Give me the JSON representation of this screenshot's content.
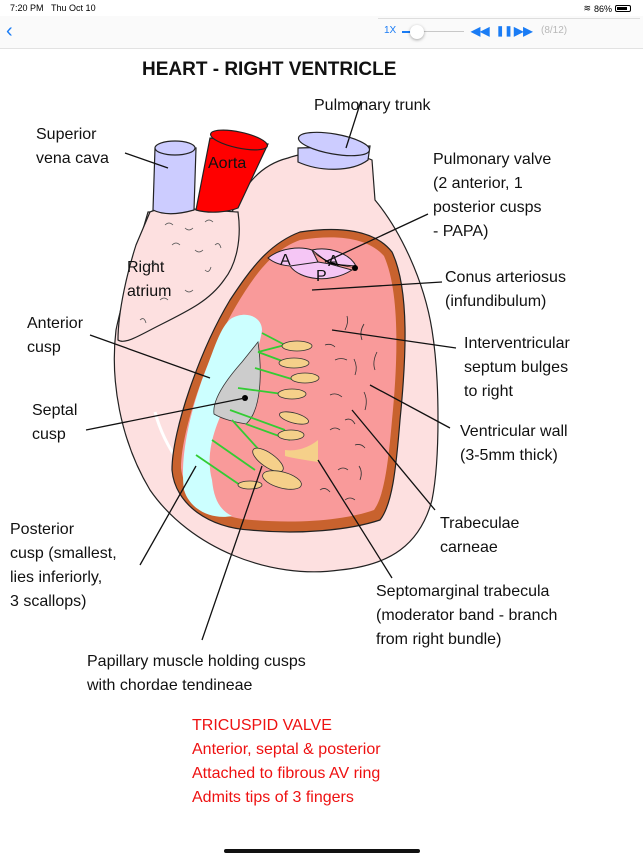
{
  "status_bar": {
    "time": "7:20 PM",
    "date": "Thu Oct 10",
    "battery_percent": "86%",
    "battery_level": 0.86
  },
  "nav": {
    "back_icon": "chevron-left-icon",
    "back_glyph": "‹",
    "speed": "1X",
    "speed_slider_value": 0.1,
    "rewind_glyph": "◀◀",
    "pause_glyph": "❚❚",
    "forward_glyph": "▶▶",
    "page_indicator": "(8/12)"
  },
  "diagram": {
    "title": "HEART - RIGHT VENTRICLE",
    "labels": {
      "svc": [
        "Superior",
        "vena cava"
      ],
      "aorta": "Aorta",
      "right_atrium": [
        "Right",
        "atrium"
      ],
      "pulmonary_trunk": "Pulmonary trunk",
      "pulmonary_valve": [
        "Pulmonary valve",
        "(2 anterior, 1",
        "posterior cusps",
        "- PAPA)"
      ],
      "valve_letters": [
        "A",
        "A",
        "P"
      ],
      "conus": [
        "Conus arteriosus",
        "(infundibulum)"
      ],
      "anterior_cusp": [
        "Anterior",
        "cusp"
      ],
      "septal_cusp": [
        "Septal",
        "cusp"
      ],
      "iv_septum": [
        "Interventricular",
        "septum bulges",
        "to right"
      ],
      "ventricular_wall": [
        "Ventricular wall",
        "(3-5mm thick)"
      ],
      "trabeculae": [
        "Trabeculae",
        "carneae"
      ],
      "posterior_cusp": [
        "Posterior",
        "cusp (smallest,",
        "lies inferiorly,",
        "3 scallops)"
      ],
      "septomarginal": [
        "Septomarginal trabecula",
        "(moderator band - branch",
        "from right bundle)"
      ],
      "papillary": [
        "Papillary muscle holding cusps",
        "with chordae tendineae"
      ]
    },
    "tricuspid_note": [
      "TRICUSPID VALVE",
      "Anterior, septal & posterior",
      "Attached to fibrous AV ring",
      "Admits tips of 3 fingers"
    ],
    "colors": {
      "heart": "#fde0e0",
      "ventricle": "#f99a9a",
      "wall": "#c8622e",
      "cusp": "#ccffff",
      "aorta": "#ff0000",
      "vein": "#ccccff",
      "valve": "#f5c6f5",
      "chordae": "#33cc33",
      "papillary": "#f5d08a",
      "note": "#ee1111"
    }
  }
}
